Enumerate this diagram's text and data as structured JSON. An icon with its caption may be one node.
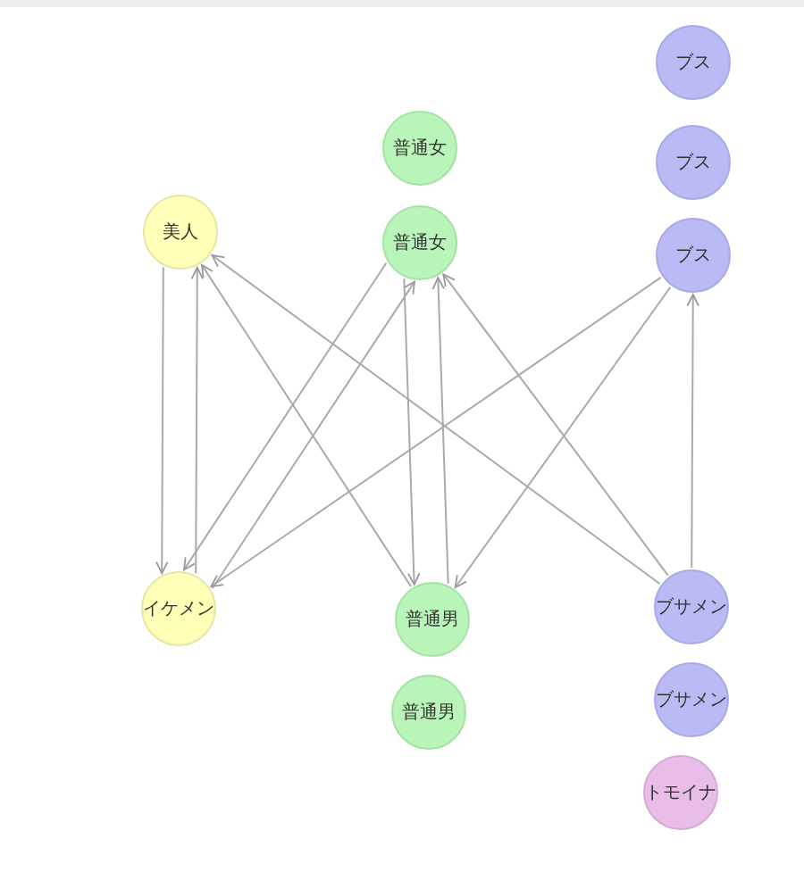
{
  "diagram": {
    "nodes": [
      {
        "text": [
          "ブス"
        ]
      },
      {
        "text": [
          "普通女"
        ]
      },
      {
        "text": [
          "ブス"
        ]
      },
      {
        "text": [
          "美人"
        ]
      },
      {
        "text": [
          "普通女"
        ]
      },
      {
        "text": [
          "ブス"
        ]
      },
      {
        "text": [
          "イケメン"
        ]
      },
      {
        "text": [
          "普通男"
        ]
      },
      {
        "text": [
          "ブサメン"
        ]
      },
      {
        "text": [
          "普通男"
        ]
      },
      {
        "text": [
          "ブサメン"
        ]
      },
      {
        "text": [
          "トモイナ"
        ]
      }
    ],
    "edges": [
      {
        "from": 3,
        "to": 6,
        "arrow": "to"
      },
      {
        "from": 6,
        "to": 3,
        "arrow": "to"
      },
      {
        "from": 7,
        "to": 3,
        "arrow": "to"
      },
      {
        "from": 8,
        "to": 3,
        "arrow": "to"
      },
      {
        "from": 4,
        "to": 6,
        "arrow": "to"
      },
      {
        "from": 6,
        "to": 4,
        "arrow": "to"
      },
      {
        "from": 4,
        "to": 7,
        "arrow": "to"
      },
      {
        "from": 7,
        "to": 4,
        "arrow": "to"
      },
      {
        "from": 8,
        "to": 4,
        "arrow": "to"
      },
      {
        "from": 5,
        "to": 6,
        "arrow": "to"
      },
      {
        "from": 5,
        "to": 7,
        "arrow": "to"
      },
      {
        "from": 8,
        "to": 5,
        "arrow": "to"
      }
    ]
  }
}
